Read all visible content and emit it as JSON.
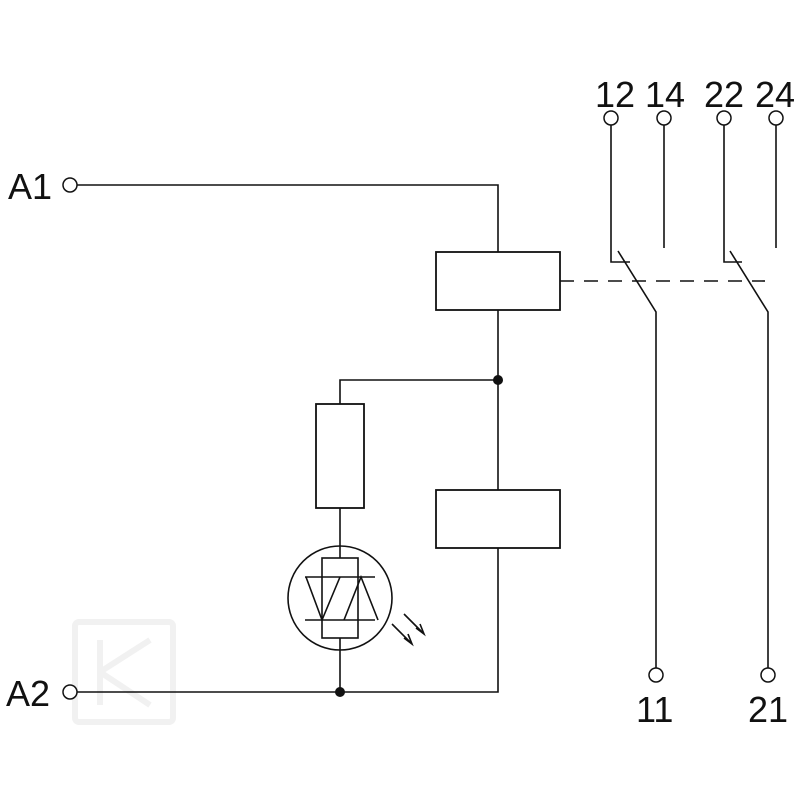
{
  "terminals": {
    "a1": "A1",
    "a2": "A2",
    "c12": "12",
    "c14": "14",
    "c22": "22",
    "c24": "24",
    "c11": "11",
    "c21": "21"
  },
  "colors": {
    "line": "#111111",
    "watermark": "#f1f1f1"
  }
}
